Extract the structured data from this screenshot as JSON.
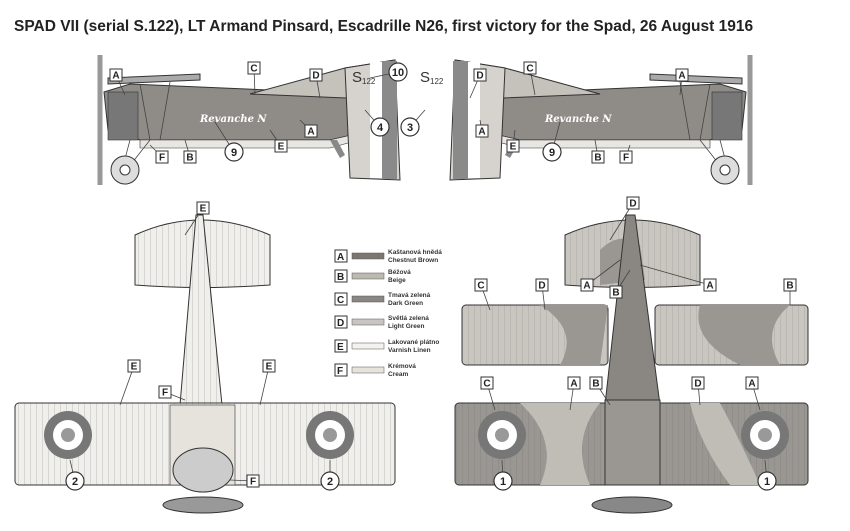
{
  "title": "SPAD VII (serial S.122), LT Armand Pinsard, Escadrille N26, first victory for the Spad, 26 August 1916",
  "legend": {
    "items": [
      {
        "letter": "A",
        "czech": "Kaštanová hnědá",
        "english": "Chestnut Brown",
        "color": "#7d7670"
      },
      {
        "letter": "B",
        "czech": "Béžová",
        "english": "Beige",
        "color": "#bdb8b0"
      },
      {
        "letter": "C",
        "czech": "Tmavá zelená",
        "english": "Dark Green",
        "color": "#8a8782"
      },
      {
        "letter": "D",
        "czech": "Světlá zelená",
        "english": "Light Green",
        "color": "#c8c6c2"
      },
      {
        "letter": "E",
        "czech": "Lakované plátno",
        "english": "Varnish Linen",
        "color": "#f4f2ee"
      },
      {
        "letter": "F",
        "czech": "Krémová",
        "english": "Cream",
        "color": "#e6e3dd"
      }
    ]
  },
  "markings": {
    "serial": "S",
    "serial_sub": "122",
    "name": "Revanche N"
  },
  "numbers": [
    "1",
    "2",
    "3",
    "4",
    "9",
    "10"
  ],
  "colors": {
    "rudder_blue": "#6d6d72",
    "rudder_red": "#8e8e8e",
    "roundel_outer": "#777",
    "roundel_mid": "#fff",
    "roundel_inner": "#999"
  }
}
